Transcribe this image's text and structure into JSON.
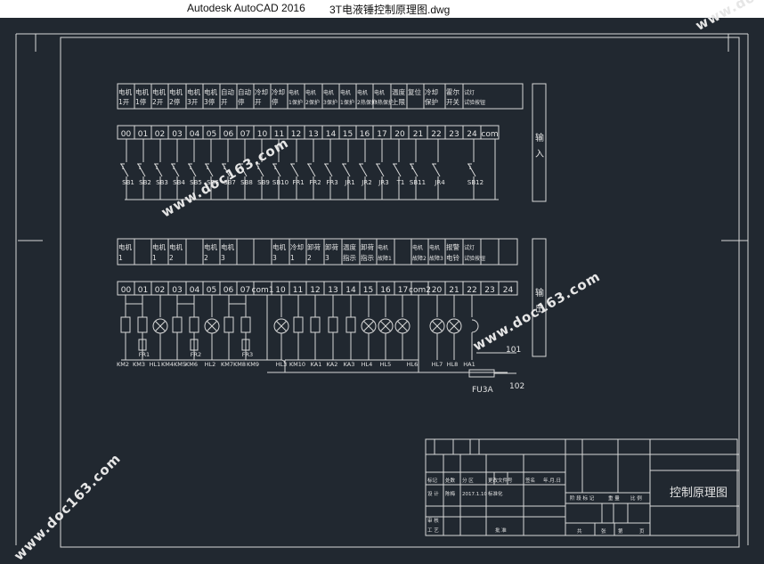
{
  "window": {
    "app_title": "Autodesk AutoCAD 2016",
    "document_title": "3T电液锤控制原理图.dwg"
  },
  "colors": {
    "background": "#212830",
    "line": "#d8d8d8",
    "text": "#e4e4e4"
  },
  "inputs": {
    "labels": [
      "电机1开",
      "电机1停",
      "电机2开",
      "电机2停",
      "电机3开",
      "电机3停",
      "自动开",
      "自动停",
      "冷却开",
      "冷却停",
      "电机1保护",
      "电机2保护",
      "电机3保护",
      "电机1保护",
      "电机2热保护",
      "电机3热保护",
      "温度上限",
      "复位",
      "冷却保护",
      "霍尔开关",
      "试灯试验按钮"
    ],
    "terminals": [
      "00",
      "01",
      "02",
      "03",
      "04",
      "05",
      "06",
      "07",
      "10",
      "11",
      "12",
      "13",
      "14",
      "15",
      "16",
      "17",
      "20",
      "21",
      "22",
      "23",
      "24",
      "com"
    ],
    "switches": [
      "SB1",
      "SB2",
      "SB3",
      "SB4",
      "SB5",
      "SB6",
      "SB7",
      "SB8",
      "SB9",
      "SB10",
      "FR1",
      "FR2",
      "FR3",
      "JR1",
      "JR2",
      "JR3",
      "T1",
      "SB11",
      "JR4",
      "SB12"
    ],
    "side_label": "输入"
  },
  "outputs": {
    "labels": [
      "电机1",
      "",
      "电机1",
      "电机2",
      "",
      "电机2",
      "电机3",
      "",
      "",
      "电机3",
      "冷却1",
      "卸荷2",
      "卸荷3",
      "温度指示",
      "卸荷指示",
      "电机故障1",
      "",
      "电机故障2",
      "电机故障3",
      "报警电铃",
      "试灯试验按钮",
      ""
    ],
    "terminals": [
      "00",
      "01",
      "02",
      "03",
      "04",
      "05",
      "06",
      "07",
      "com1",
      "10",
      "11",
      "12",
      "13",
      "14",
      "15",
      "16",
      "17",
      "com2",
      "20",
      "21",
      "22",
      "23",
      "24"
    ],
    "devices": [
      "KM2",
      "KM3",
      "HL1",
      "KM4",
      "KM5",
      "KM6",
      "HL2",
      "KM7",
      "KM8",
      "KM9",
      "HL3",
      "KM10",
      "KA1",
      "KA2",
      "KA3",
      "HL4",
      "HL5",
      "HL6",
      "HL7",
      "HL8",
      "HA1"
    ],
    "fr_labels": [
      "FR1",
      "FR2",
      "FR3"
    ],
    "wire_labels": [
      "101",
      "102"
    ],
    "fuse": "FU3A",
    "side_label": "输出"
  },
  "title_block": {
    "drawing_title": "控制原理图",
    "row1": [
      "标记",
      "处数",
      "分 区",
      "更改文件号",
      "签名",
      "年.月.日"
    ],
    "row2": [
      "设 计",
      "陈梅",
      "2017.1.10",
      "标准化"
    ],
    "row3": [
      "阶 段 标 记",
      "重 量",
      "比 例"
    ],
    "row4": [
      "审 核"
    ],
    "row5": [
      "工 艺",
      "批 准"
    ],
    "row6": [
      "共",
      "张",
      "第",
      "页"
    ]
  },
  "watermark": "www.doc163.com"
}
